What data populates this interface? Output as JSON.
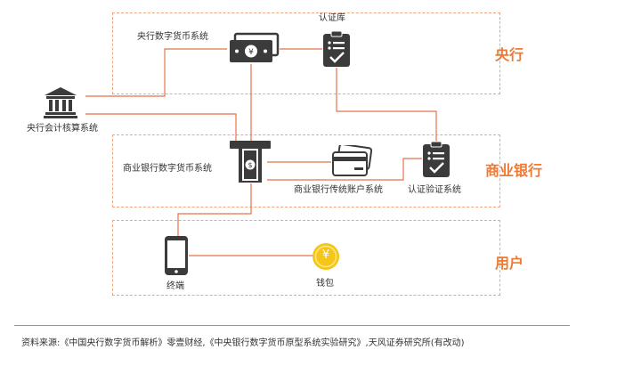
{
  "zones": {
    "central": "央行",
    "commercial": "商业银行",
    "user": "用户"
  },
  "nodes": {
    "central_currency_system": "央行数字货币系统",
    "central_registry": "认证库",
    "central_accounting": "央行会计核算系统",
    "bank_currency_system": "商业银行数字货币系统",
    "bank_legacy_accounts": "商业银行传统账户系统",
    "bank_auth_system": "认证验证系统",
    "terminal": "终端",
    "wallet": "钱包"
  },
  "wallet_glyph": "¥",
  "source": "资料来源:《中国央行数字货币解析》零壹财经,《中央银行数字货币原型系统实验研究》,天风证券研究所(有改动)",
  "colors": {
    "accent": "#ee7a33",
    "line": "#e8714a",
    "icon_dark": "#3b3b3b",
    "coin": "#f5c518"
  },
  "icons": [
    "bank-building-icon",
    "banknote-icon",
    "clipboard-check-icon",
    "atm-icon",
    "credit-card-icon",
    "phone-terminal-icon",
    "coin-icon"
  ]
}
